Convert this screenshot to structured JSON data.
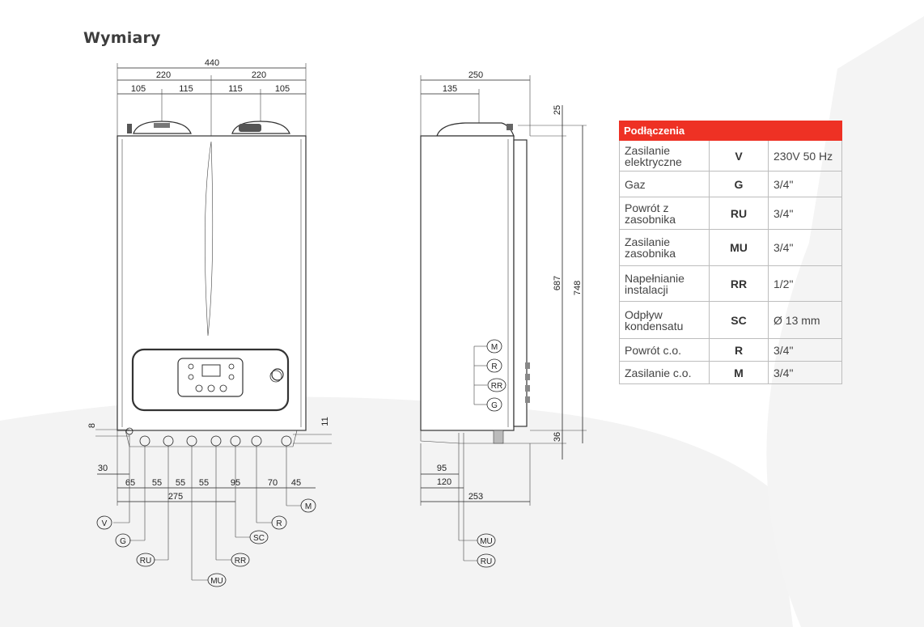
{
  "title": "Wymiary",
  "front_view": {
    "dims_top": {
      "total": "440",
      "half_left": "220",
      "half_right": "220",
      "seg1": "105",
      "seg2": "115",
      "seg3": "115",
      "seg4": "105"
    },
    "dims_side": {
      "left_small": "8",
      "right_small": "11"
    },
    "dims_bottom": {
      "d30": "30",
      "d65": "65",
      "d55a": "55",
      "d55b": "55",
      "d55c": "55",
      "d95": "95",
      "d70": "70",
      "d45": "45",
      "d275": "275"
    },
    "labels": [
      "V",
      "G",
      "RU",
      "MU",
      "RR",
      "SC",
      "R",
      "M"
    ]
  },
  "side_view": {
    "dims": {
      "width": "250",
      "top_offset": "135",
      "top_h": "25",
      "h687": "687",
      "h748": "748",
      "bottom_h": "36",
      "d95": "95",
      "d120": "120",
      "d253": "253"
    },
    "labels_right": [
      "M",
      "R",
      "RR",
      "G"
    ],
    "labels_bottom": [
      "MU",
      "RU"
    ]
  },
  "table": {
    "header": "Podłączenia",
    "rows": [
      {
        "name": "Zasilanie elektryczne",
        "code": "V",
        "value": "230V 50 Hz"
      },
      {
        "name": "Gaz",
        "code": "G",
        "value": "3/4\""
      },
      {
        "name": "Powrót z zasobnika",
        "code": "RU",
        "value": "3/4\""
      },
      {
        "name": "Zasilanie zasobnika",
        "code": "MU",
        "value": "3/4\""
      },
      {
        "name": "Napełnianie instalacji",
        "code": "RR",
        "value": "1/2\""
      },
      {
        "name": "Odpływ kondensatu",
        "code": "SC",
        "value": "Ø 13 mm"
      },
      {
        "name": "Powrót c.o.",
        "code": "R",
        "value": "3/4\""
      },
      {
        "name": "Zasilanie c.o.",
        "code": "M",
        "value": "3/4\""
      }
    ]
  },
  "colors": {
    "accent": "#ee3124",
    "background_shape": "#f3f3f3"
  }
}
